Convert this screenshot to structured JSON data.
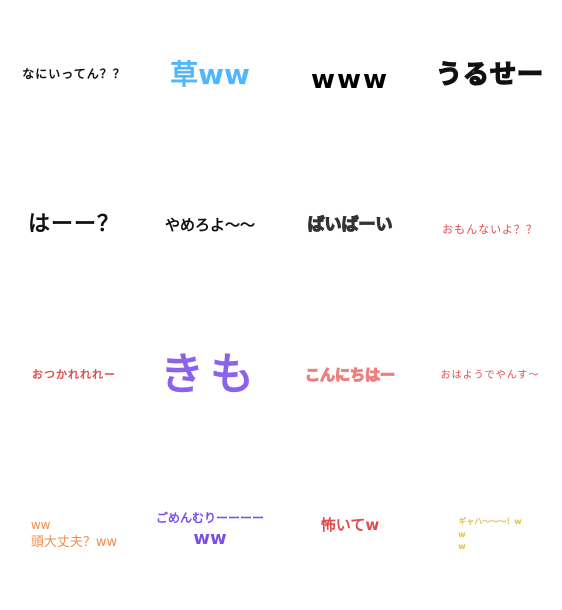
{
  "stickers": [
    {
      "lines": [
        "なにいってん？？"
      ]
    },
    {
      "lines": [
        "草ww"
      ]
    },
    {
      "lines": [
        "www"
      ]
    },
    {
      "lines": [
        "うるせー"
      ]
    },
    {
      "lines": [
        "はーー？"
      ]
    },
    {
      "lines": [
        "やめろよ～～"
      ]
    },
    {
      "lines": [
        "ばいばーい"
      ]
    },
    {
      "lines": [
        "おもんないよ？？"
      ]
    },
    {
      "lines": [
        "おつかれれれー"
      ]
    },
    {
      "lines": [
        "きも"
      ]
    },
    {
      "lines": [
        "こんにちはー"
      ]
    },
    {
      "lines": [
        "おはようでやんす～"
      ]
    },
    {
      "lines": [
        "ww",
        "頭大丈夫？ww"
      ]
    },
    {
      "lines": [
        "ごめんむりーーーー",
        "ww"
      ]
    },
    {
      "lines": [
        "怖いてw"
      ]
    },
    {
      "lines": [
        "ギャハ～～～！w",
        "w",
        "w"
      ]
    }
  ]
}
